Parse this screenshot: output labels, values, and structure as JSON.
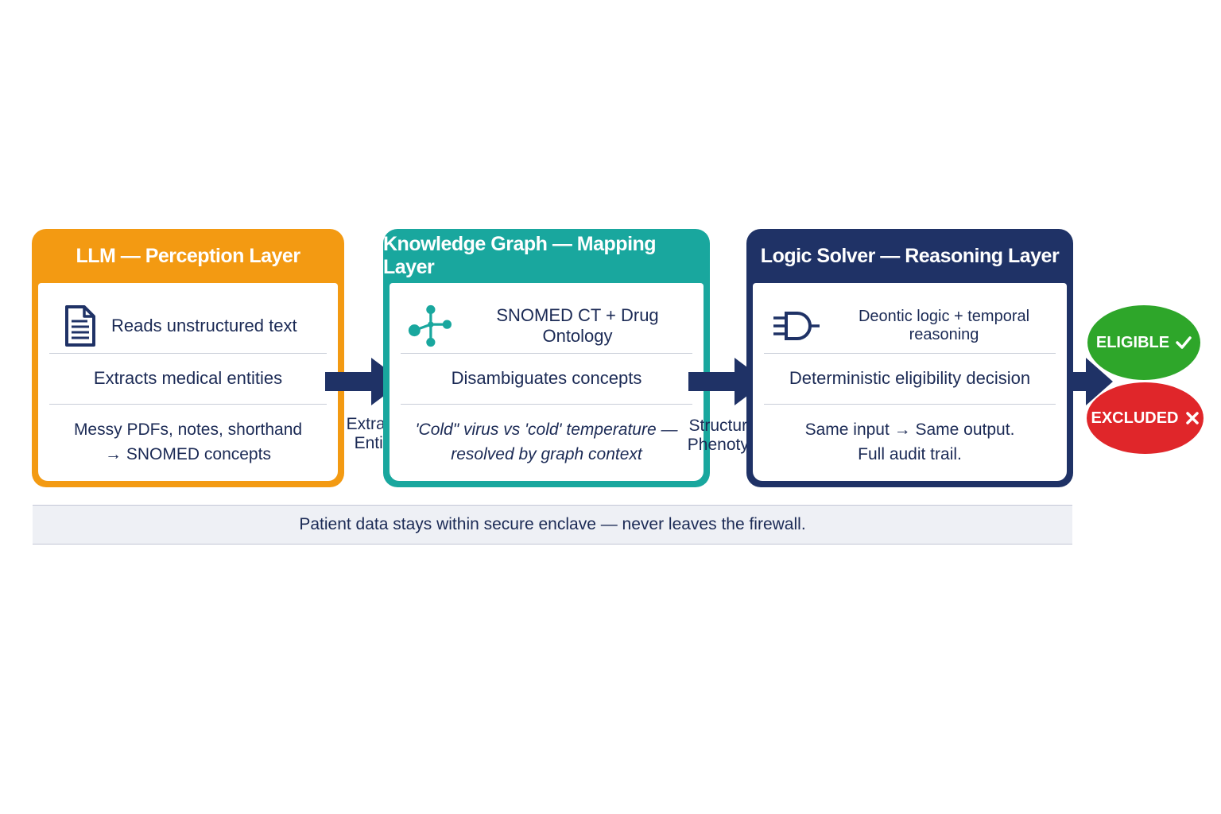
{
  "panels": [
    {
      "title": "LLM — Perception Layer",
      "icon": "document-icon",
      "top_text": "Reads unstructured text",
      "mid_text": "Extracts medical entities",
      "bottom_lines": [
        "Messy PDFs, notes, shorthand",
        "→ SNOMED concepts"
      ]
    },
    {
      "title": "Knowledge Graph — Mapping Layer",
      "icon": "graph-node-icon",
      "top_text": "SNOMED CT + Drug Ontology",
      "mid_text": "Disambiguates concepts",
      "bottom_lines": [
        "'Cold\" virus vs 'cold' temperature —",
        "resolved by graph context"
      ]
    },
    {
      "title": "Logic Solver — Reasoning Layer",
      "icon": "logic-gate-icon",
      "top_text": "Deontic logic + temporal reasoning",
      "mid_text": "Deterministic eligibility decision",
      "bottom_lines": [
        "Same input → Same output.",
        "Full audit trail."
      ]
    }
  ],
  "connectors": [
    {
      "lines": [
        "Extracted",
        "Entities"
      ]
    },
    {
      "lines": [
        "Structured",
        "Phenotype"
      ]
    }
  ],
  "outcomes": {
    "eligible": {
      "label": "ELIGIBLE",
      "icon": "check-icon",
      "color": "#2ea62a"
    },
    "excluded": {
      "label": "EXCLUDED",
      "icon": "cross-icon",
      "color": "#e0262a"
    }
  },
  "footer": "Patient data stays within secure enclave — never leaves the firewall.",
  "colors": {
    "perception": "#f39a12",
    "mapping": "#19a79e",
    "reasoning": "#1f3266",
    "arrow": "#1f3266"
  }
}
